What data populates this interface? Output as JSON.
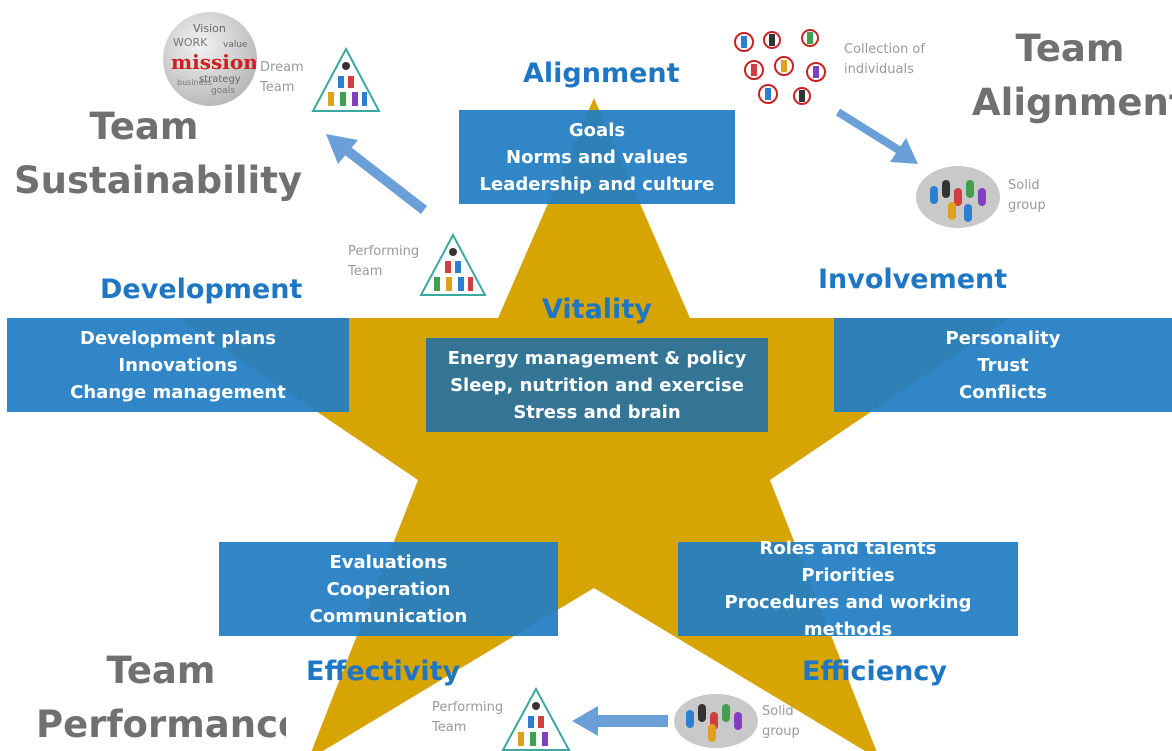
{
  "star": {
    "fill": "#d6a503"
  },
  "center": {
    "heading": "Vitality",
    "lines": [
      "Energy management & policy",
      "Sleep, nutrition and exercise",
      "Stress and brain"
    ]
  },
  "points": {
    "alignment": {
      "heading": "Alignment",
      "lines": [
        "Goals",
        "Norms and values",
        "Leadership and culture"
      ]
    },
    "development": {
      "heading": "Development",
      "lines": [
        "Development plans",
        "Innovations",
        "Change management"
      ]
    },
    "involvement": {
      "heading": "Involvement",
      "lines": [
        "Personality",
        "Trust",
        "Conflicts"
      ]
    },
    "effectivity": {
      "heading": "Effectivity",
      "lines": [
        "Evaluations",
        "Cooperation",
        "Communication"
      ]
    },
    "efficiency": {
      "heading": "Efficiency",
      "lines": [
        "Roles and talents",
        "Priorities",
        "Procedures and working methods"
      ]
    }
  },
  "corners": {
    "sustainability": {
      "line1": "Team",
      "line2": "Sustainability"
    },
    "alignment": {
      "line1": "Team",
      "line2": "Alignment"
    },
    "performance": {
      "line1": "Team",
      "line2": "Performance"
    }
  },
  "captions": {
    "dream_team": {
      "line1": "Dream",
      "line2": "Team"
    },
    "performing_top": {
      "line1": "Performing",
      "line2": "Team"
    },
    "performing_bottom": {
      "line1": "Performing",
      "line2": "Team"
    },
    "collection": {
      "line1": "Collection of",
      "line2": "individuals"
    },
    "solid_right": {
      "line1": "Solid",
      "line2": "group"
    },
    "solid_bottom": {
      "line1": "Solid",
      "line2": "group"
    }
  },
  "word_cloud": {
    "main_word": "mission",
    "other_words": [
      "Vision",
      "WORK",
      "strategy",
      "goals",
      "value",
      "business"
    ]
  },
  "colors": {
    "heading": "#1f77c4",
    "box": "#217dc4",
    "arrow": "#6a9fd8",
    "corner_text": "#707070",
    "caption": "#9a9a9a",
    "cloud_accent": "#cc2020"
  }
}
